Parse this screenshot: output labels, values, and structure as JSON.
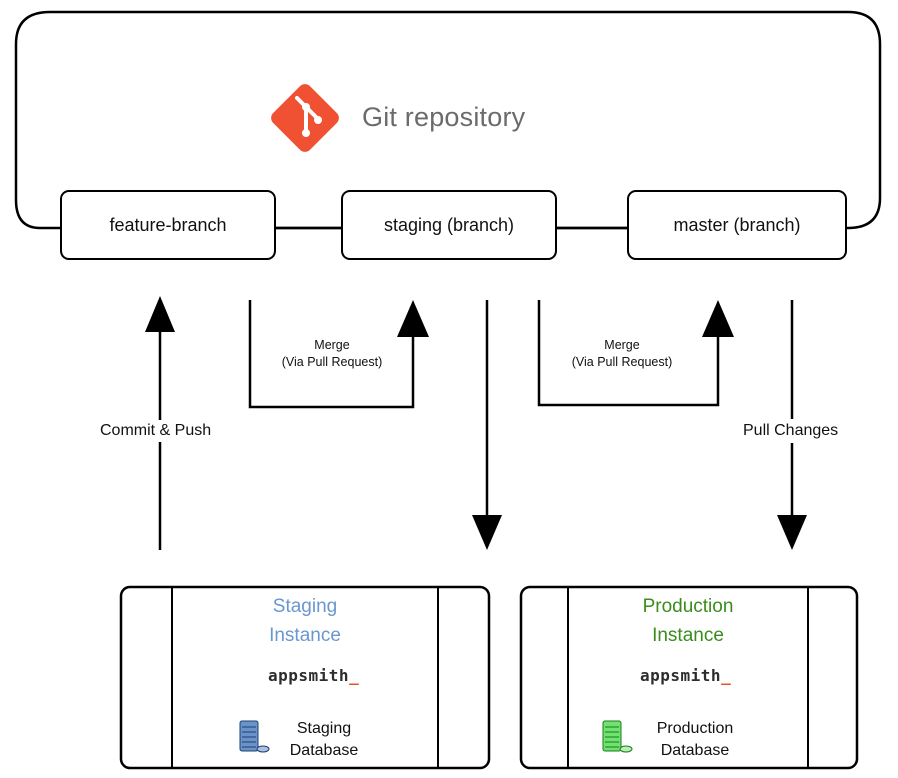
{
  "repository": {
    "title": "Git repository",
    "icon": "git-logo-icon",
    "logo_color": "#f05133"
  },
  "branches": [
    {
      "id": "feature",
      "label": "feature-branch"
    },
    {
      "id": "staging",
      "label": "staging (branch)"
    },
    {
      "id": "master",
      "label": "master (branch)"
    }
  ],
  "flows": {
    "commit_push": "Commit & Push",
    "merge_feature_to_staging": {
      "line1": "Merge",
      "line2": "(Via Pull Request)"
    },
    "merge_staging_to_master": {
      "line1": "Merge",
      "line2": "(Via Pull Request)"
    },
    "pull_changes": "Pull Changes"
  },
  "instances": [
    {
      "id": "staging",
      "title_line1": "Staging",
      "title_line2": "Instance",
      "title_color": "#6a97d0",
      "brand": "appsmith",
      "brand_suffix": "_",
      "db_line1": "Staging",
      "db_line2": "Database",
      "db_icon": "database-icon",
      "db_color": "#4a78b8"
    },
    {
      "id": "production",
      "title_line1": "Production",
      "title_line2": "Instance",
      "title_color": "#3a8d1d",
      "brand": "appsmith",
      "brand_suffix": "_",
      "db_line1": "Production",
      "db_line2": "Database",
      "db_icon": "database-icon",
      "db_color": "#3cc43c"
    }
  ]
}
